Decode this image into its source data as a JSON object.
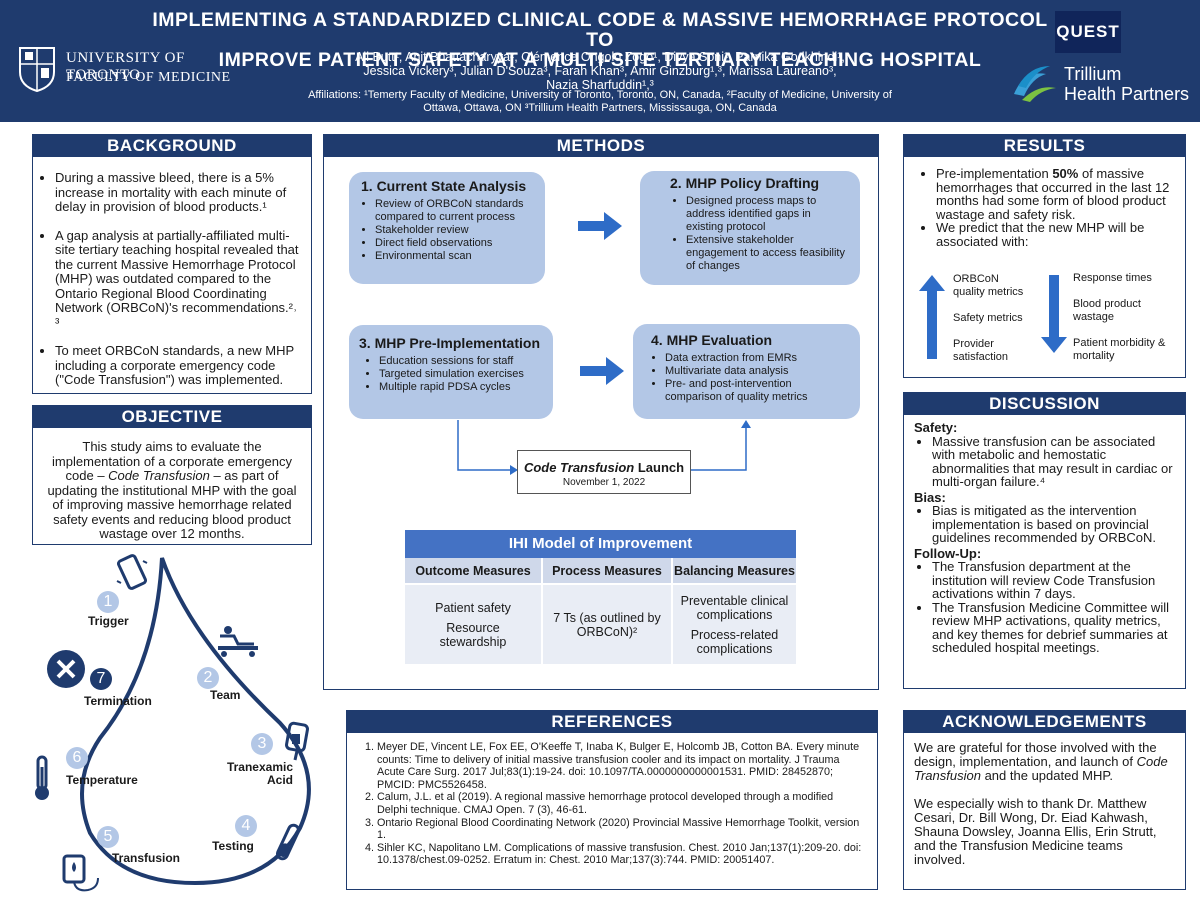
{
  "header": {
    "title_line1": "IMPLEMENTING A STANDARDIZED CLINICAL CODE & MASSIVE HEMORRHAGE PROTOCOL TO",
    "title_line2": "IMPROVE PATIENT SAFETY AT A MULTI-SITE TERTIARY TEACHING HOSPITAL",
    "authors_line1": "Ali Butt¹, Anit Bhattacharyya², Clémence Ongolo Zogo¹, Divya Soni¹, Parnika Godkhindi¹,",
    "authors_line2": "Jessica Vickery³, Julian D'Souza³, Farah Khan³, Amir Ginzburg¹,³, Marissa Laureano³,",
    "authors_line3": "Nazia Sharfuddin¹,³",
    "affiliations_line1": "Affiliations: ¹Temerty Faculty of Medicine, University of Toronto, Toronto, ON, Canada, ²Faculty of Medicine, University of",
    "affiliations_line2": "Ottawa, Ottawa, ON ³Trillium Health Partners, Mississauga, ON, Canada",
    "uoft_line1": "UNIVERSITY OF TORONTO",
    "uoft_line2": "FACULTY OF MEDICINE",
    "quest_logo": "QUEST",
    "trillium_line1": "Trillium",
    "trillium_line2": "Health Partners"
  },
  "background": {
    "heading": "BACKGROUND",
    "bullets": [
      "During a massive bleed, there is a 5% increase in mortality with each minute of delay in provision of blood products.¹",
      "A gap analysis at partially-affiliated multi-site tertiary teaching hospital revealed that the current Massive Hemorrhage Protocol (MHP) was outdated compared to the Ontario Regional Blood Coordinating Network (ORBCoN)'s recommendations.²˒ ³",
      "To meet ORBCoN standards, a new MHP including a corporate emergency code (\"Code Transfusion\") was implemented."
    ]
  },
  "objective": {
    "heading": "OBJECTIVE",
    "text_a": "This study aims to evaluate the implementation of a corporate emergency code – ",
    "text_em": "Code Transfusion",
    "text_b": " – as part of updating the institutional MHP with the goal of improving massive hemorrhage related safety events and reducing blood product wastage over 12 months."
  },
  "steps": [
    {
      "num": "1",
      "label": "Trigger"
    },
    {
      "num": "2",
      "label": "Team"
    },
    {
      "num": "3",
      "label": "Tranexamic Acid"
    },
    {
      "num": "4",
      "label": "Testing"
    },
    {
      "num": "5",
      "label": "Transfusion"
    },
    {
      "num": "6",
      "label": "Temperature"
    },
    {
      "num": "7",
      "label": "Termination"
    }
  ],
  "methods": {
    "heading": "METHODS",
    "box1": {
      "title": "1. Current State Analysis",
      "items": [
        "Review of ORBCoN standards compared to current process",
        "Stakeholder review",
        "Direct field observations",
        "Environmental scan"
      ]
    },
    "box2": {
      "title": "2. MHP Policy Drafting",
      "items": [
        "Designed process maps to address identified gaps in existing protocol",
        "Extensive stakeholder engagement to access feasibility of changes"
      ]
    },
    "box3": {
      "title": "3.  MHP Pre-Implementation",
      "items": [
        "Education sessions for staff",
        "Targeted simulation exercises",
        "Multiple rapid PDSA cycles"
      ]
    },
    "box4": {
      "title": "4.  MHP Evaluation",
      "items": [
        "Data extraction from EMRs",
        "Multivariate data analysis",
        "Pre- and post-intervention comparison of quality metrics"
      ]
    },
    "launch_em": "Code Transfusion",
    "launch_rest": " Launch",
    "launch_date": "November 1, 2022",
    "ihi": {
      "title": "IHI Model of Improvement",
      "headers": [
        "Outcome Measures",
        "Process Measures",
        "Balancing Measures"
      ],
      "outcome": [
        "Patient safety",
        "Resource stewardship"
      ],
      "process": "7 Ts (as outlined by ORBCoN)²",
      "balancing": [
        "Preventable clinical complications",
        "Process-related complications"
      ]
    }
  },
  "references": {
    "heading": "REFERENCES",
    "items": [
      "Meyer DE, Vincent LE, Fox EE, O'Keeffe T, Inaba K, Bulger E, Holcomb JB, Cotton BA. Every minute counts: Time to delivery of initial massive transfusion cooler and its impact on mortality. J Trauma Acute Care Surg. 2017 Jul;83(1):19-24. doi: 10.1097/TA.0000000000001531. PMID: 28452870; PMCID: PMC5526458.",
      "Calum, J.L. et al (2019). A regional massive hemorrhage protocol developed through a modified Delphi technique. CMAJ Open. 7 (3), 46-61.",
      "Ontario Regional Blood Coordinating Network (2020) Provincial Massive Hemorrhage Toolkit, version 1.",
      "Sihler KC, Napolitano LM. Complications of massive transfusion. Chest. 2010 Jan;137(1):209-20. doi: 10.1378/chest.09-0252. Erratum in: Chest. 2010 Mar;137(3):744. PMID: 20051407."
    ]
  },
  "results": {
    "heading": "RESULTS",
    "b1_a": "Pre-implementation ",
    "b1_bold": "50%",
    "b1_b": " of massive hemorrhages that occurred in the last 12 months had some form of blood product wastage and safety risk.",
    "b2": "We predict that the new MHP will be associated with:",
    "up": [
      "ORBCoN quality metrics",
      "Safety metrics",
      "Provider satisfaction"
    ],
    "down": [
      "Response times",
      "Blood product wastage",
      "Patient morbidity & mortality"
    ]
  },
  "discussion": {
    "heading": "DISCUSSION",
    "safety_label": "Safety:",
    "safety": "Massive transfusion can be associated with metabolic and hemostatic abnormalities that may result in cardiac or multi-organ failure.⁴",
    "bias_label": "Bias:",
    "bias": "Bias is mitigated as the intervention implementation is based on provincial guidelines recommended by ORBCoN.",
    "followup_label": "Follow-Up:",
    "followup": [
      "The Transfusion department at the institution will review Code Transfusion activations within 7 days.",
      "The Transfusion Medicine Committee will review MHP activations, quality metrics, and key themes for debrief summaries at scheduled hospital meetings."
    ]
  },
  "acknowledgements": {
    "heading": "ACKNOWLEDGEMENTS",
    "p1_a": "We are grateful for those involved with the design, implementation, and launch of ",
    "p1_em": "Code Transfusion",
    "p1_b": " and the updated MHP.",
    "p2": "We especially wish to thank Dr. Matthew Cesari, Dr. Bill Wong, Dr. Eiad Kahwash, Shauna Dowsley, Joanna Ellis, Erin Strutt, and the Transfusion Medicine teams involved."
  },
  "colors": {
    "navy": "#1f3b6e",
    "light_blue": "#b3c7e6",
    "table_blue": "#4472c4",
    "arrow_blue": "#2e6cc7"
  },
  "icons": [
    "uoft-crest-icon",
    "trillium-logo-icon",
    "phone-icon",
    "stretcher-icon",
    "iv-bag-icon",
    "test-tube-icon",
    "blood-bag-icon",
    "thermometer-icon",
    "close-circle-icon",
    "arrow-right-icon",
    "arrow-up-icon",
    "arrow-down-icon"
  ]
}
